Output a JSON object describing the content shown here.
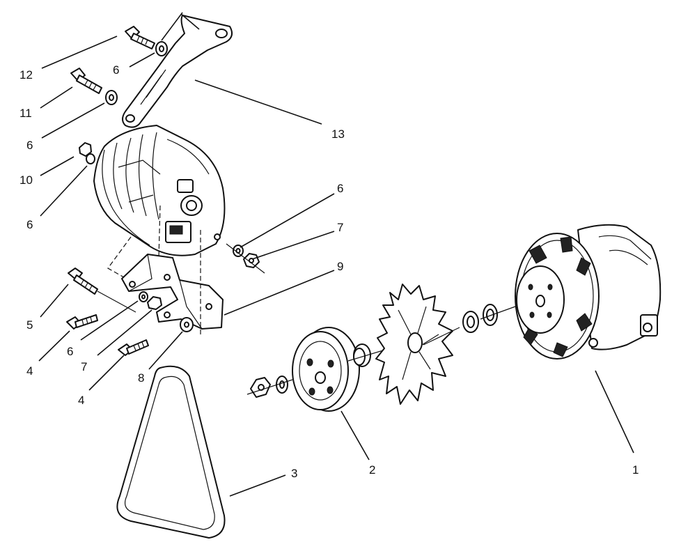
{
  "diagram": {
    "callouts": {
      "c1": "1",
      "c2": "2",
      "c3": "3",
      "c4a": "4",
      "c4b": "4",
      "c5": "5",
      "c6a": "6",
      "c6b": "6",
      "c6c": "6",
      "c6d": "6",
      "c6e": "6",
      "c7a": "7",
      "c7b": "7",
      "c8": "8",
      "c9": "9",
      "c10": "10",
      "c11": "11",
      "c12": "12",
      "c13": "13"
    }
  }
}
